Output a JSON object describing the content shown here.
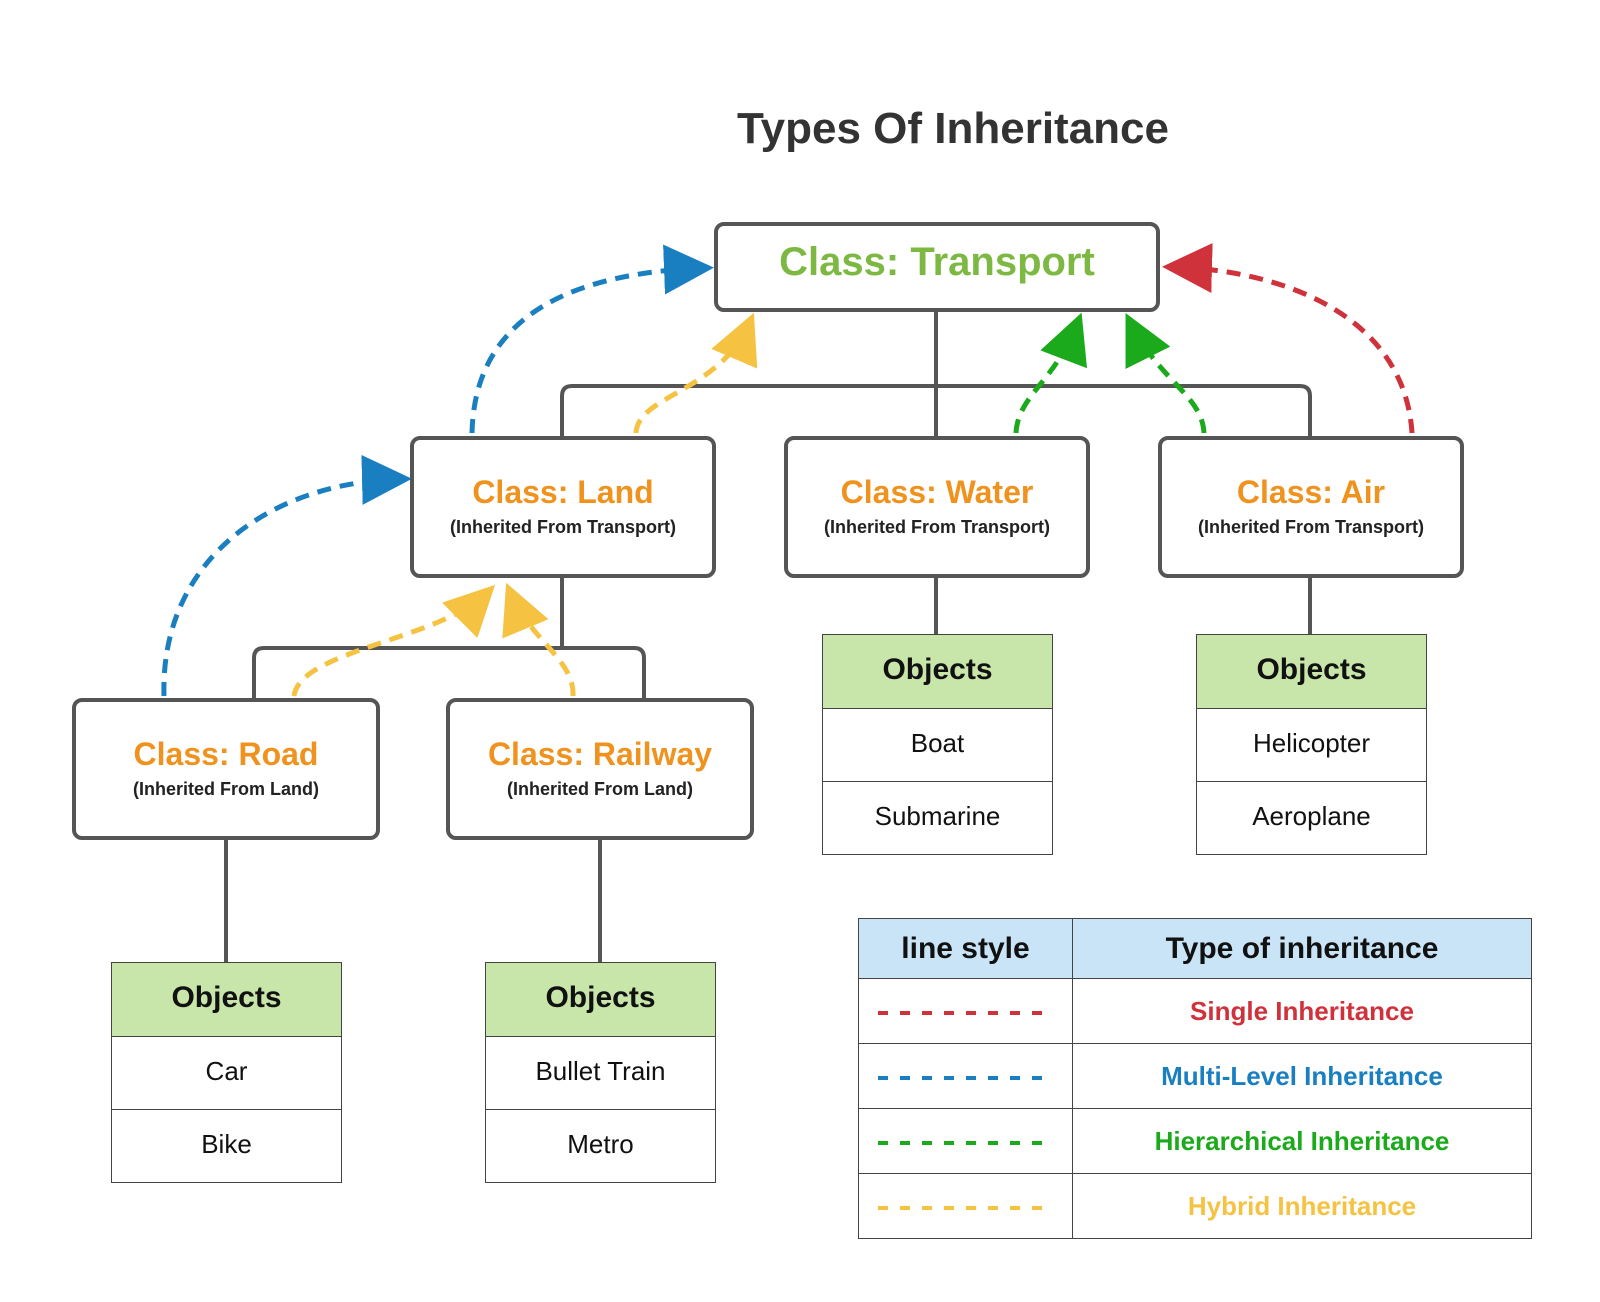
{
  "title": "Types Of Inheritance",
  "classes": {
    "transport": {
      "name": "Class: Transport"
    },
    "land": {
      "name": "Class: Land",
      "sub": "(Inherited From Transport)"
    },
    "water": {
      "name": "Class: Water",
      "sub": "(Inherited From Transport)"
    },
    "air": {
      "name": "Class: Air",
      "sub": "(Inherited From Transport)"
    },
    "road": {
      "name": "Class: Road",
      "sub": "(Inherited From Land)"
    },
    "railway": {
      "name": "Class: Railway",
      "sub": "(Inherited From Land)"
    }
  },
  "objects": {
    "water": {
      "header": "Objects",
      "items": [
        "Boat",
        "Submarine"
      ]
    },
    "air": {
      "header": "Objects",
      "items": [
        "Helicopter",
        "Aeroplane"
      ]
    },
    "road": {
      "header": "Objects",
      "items": [
        "Car",
        "Bike"
      ]
    },
    "railway": {
      "header": "Objects",
      "items": [
        "Bullet Train",
        "Metro"
      ]
    }
  },
  "legend": {
    "col1": "line style",
    "col2": "Type of inheritance",
    "rows": [
      {
        "label": "Single Inheritance",
        "color": "#D0323C"
      },
      {
        "label": "Multi-Level Inheritance",
        "color": "#1A7FC1"
      },
      {
        "label": "Hierarchical Inheritance",
        "color": "#1BAA1B"
      },
      {
        "label": "Hybrid Inheritance",
        "color": "#F5C242"
      }
    ]
  },
  "colors": {
    "transport_name": "#7DB942",
    "class_name": "#F0921E",
    "single": "#D0323C",
    "multi_level": "#1A7FC1",
    "hierarchical": "#1BAA1B",
    "hybrid": "#F5C242"
  }
}
